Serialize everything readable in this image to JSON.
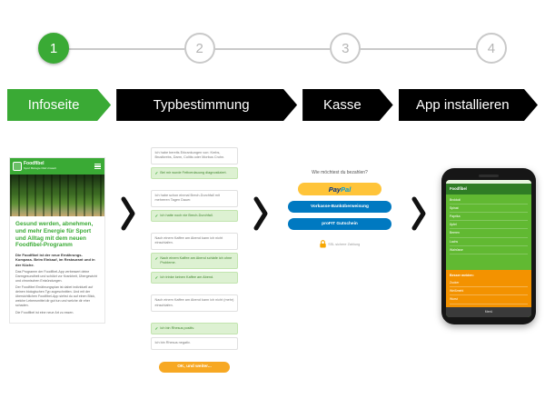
{
  "colors": {
    "brand_green": "#3aaa35",
    "phase_black": "#000000",
    "selected_green_bg": "#ddf1d2",
    "orange": "#f7a823",
    "paypal_gold": "#ffc439",
    "blue": "#0079c1",
    "stepper_gray": "#c9c9c9"
  },
  "stepper": {
    "steps": [
      {
        "number": "1",
        "active": true
      },
      {
        "number": "2",
        "active": false
      },
      {
        "number": "3",
        "active": false
      },
      {
        "number": "4",
        "active": false
      }
    ]
  },
  "phases": [
    {
      "label": "Infoseite",
      "active": true
    },
    {
      "label": "Typbestimmung",
      "active": false
    },
    {
      "label": "Kasse",
      "active": false
    },
    {
      "label": "App installieren",
      "active": false
    }
  ],
  "icons": {
    "check": "✓"
  },
  "website": {
    "brand": "Foodfibel",
    "tagline": "Sport Biologie Diät Umwelt",
    "headline": "Gesund werden, abnehmen, und mehr Energie für Sport und Alltag mit dem neuen Foodfibel-Programm",
    "intro": "Die Foodfibel ist der neue Ernährungs-Kompass. Beim Einkauf, im Restaurant und in der Küche.",
    "paragraphs": [
      "Das Programm der Foodfibel-App verbessert deine Darmgesundheit und schützt vor Krankheit, Übergewicht und chronischen Entzündungen.",
      "Der Foodfibel Ernährungsplan ist dabei individuell auf deinen biologischen Typ zugeschnitten. Und mit der übersichtlichen Foodfibel-App siehst du auf einen Blick, welche Lebensmittel dir gut tun und welche dir eher schaden.",
      "Die Foodfibel ist eine neue Art zu essen."
    ]
  },
  "quiz": {
    "items": [
      {
        "type": "question",
        "text": "Ich habe bereits Erkrankungen von: Krebs, Brustkrebs, Darm, Colitis oder Morbus Crohn."
      },
      {
        "type": "selected",
        "text": "Bei mir wurde Fettverdauung diagnostiziert."
      },
      {
        "type": "question",
        "text": "Ich habe schon einmal Brech-Durchfall mit mehreren Tagen Dauer."
      },
      {
        "type": "selected",
        "text": "Ich hatte noch nie Brech-Durchfall."
      },
      {
        "type": "question",
        "text": "Nach einem Kaffee am Abend kann ich nicht einschlafen."
      },
      {
        "type": "selected",
        "text": "Nach einem Kaffee am Abend schlafe ich ohne Probleme."
      },
      {
        "type": "selected",
        "text": "Ich trinke keinen Kaffee am Abend."
      },
      {
        "type": "question",
        "text": "Nach einem Kaffee am Abend kann ich nicht (mehr) einschlafen."
      },
      {
        "type": "selected",
        "text": "Ich bin Rhesus positiv."
      },
      {
        "type": "question",
        "text": "Ich bin Rhesus negativ."
      }
    ],
    "submit_label": "OK, und weiter..."
  },
  "payment": {
    "question": "Wie möchtest du bezahlen?",
    "paypal_part1": "Pay",
    "paypal_part2": "Pal",
    "options": [
      "Vorkasse-Banküberweisung",
      "proFIT Gutschein"
    ],
    "secure_note": "SSL sichere Zahlung"
  },
  "phone_app": {
    "nav_title": "Foodfibel",
    "items": [
      "Brokkoli",
      "Spinat",
      "Paprika",
      "Äpfel",
      "Beeren",
      "Lachs",
      "Walnüsse"
    ],
    "avoid_title": "Besser meiden:",
    "avoid_items": [
      "Zucker",
      "Weißmehl",
      "Wurst"
    ],
    "footer": "Menü"
  }
}
